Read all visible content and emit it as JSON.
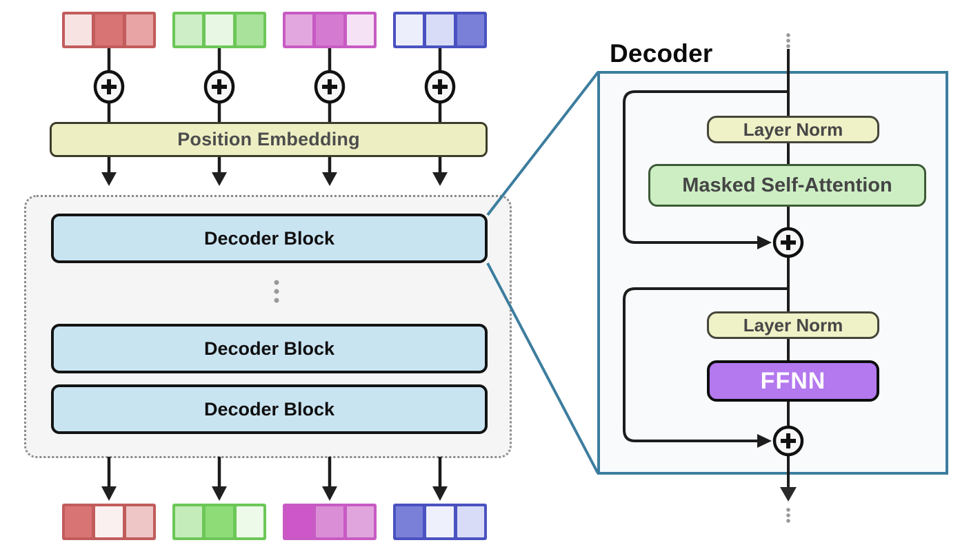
{
  "diagram": {
    "decoder_title": "Decoder",
    "position_embedding_label": "Position Embedding",
    "decoder_blocks": [
      "Decoder Block",
      "Decoder Block",
      "Decoder Block"
    ],
    "decoder_detail": {
      "layer_norm_1": "Layer Norm",
      "masked_self_attention": "Masked Self-Attention",
      "layer_norm_2": "Layer Norm",
      "ffnn": "FFNN"
    },
    "icons": {
      "add_nodes": "plus-in-circle",
      "stack_ellipsis": "vertical-ellipsis"
    }
  },
  "tokens": {
    "top": [
      {
        "name": "red",
        "border": "#c25c5c",
        "cells": [
          "#f8e3e3",
          "#d97474",
          "#e8a4a4"
        ]
      },
      {
        "name": "green",
        "border": "#6cc757",
        "cells": [
          "#cdeec6",
          "#e8f7e4",
          "#a9e29b"
        ]
      },
      {
        "name": "magenta",
        "border": "#c75bc3",
        "cells": [
          "#e3a7e0",
          "#d57ad1",
          "#f6e2f5"
        ]
      },
      {
        "name": "blue",
        "border": "#4a52c0",
        "cells": [
          "#eceefb",
          "#d8dcf6",
          "#7a80d8"
        ]
      }
    ],
    "bottom": [
      {
        "name": "red",
        "border": "#c25c5c",
        "cells": [
          "#d97474",
          "#fbf0f0",
          "#eec6c6"
        ]
      },
      {
        "name": "green",
        "border": "#6cc757",
        "cells": [
          "#c4ecba",
          "#8edc78",
          "#eefae9"
        ]
      },
      {
        "name": "magenta",
        "border": "#c75bc3",
        "cells": [
          "#cd56c8",
          "#da8ed6",
          "#e1a5de"
        ]
      },
      {
        "name": "blue",
        "border": "#4a52c0",
        "cells": [
          "#7a80d8",
          "#eef0fb",
          "#d9dcf6"
        ]
      }
    ]
  },
  "colors": {
    "connector_accent": "#3c7d9e",
    "line_color": "#1a1a1a",
    "dotted_container_fill": "#f5f5f5",
    "detail_box_fill": "#f8fafc",
    "decoder_block_fill": "#c9e4f1",
    "position_embedding_fill": "#edefc3",
    "layer_norm_fill": "#eff1c6",
    "masked_self_attention_fill": "#cdeec3",
    "ffnn_fill": "#b478ef",
    "plus_node_fill": "#f7f7f7",
    "ellipsis_dot_color": "#999999"
  }
}
